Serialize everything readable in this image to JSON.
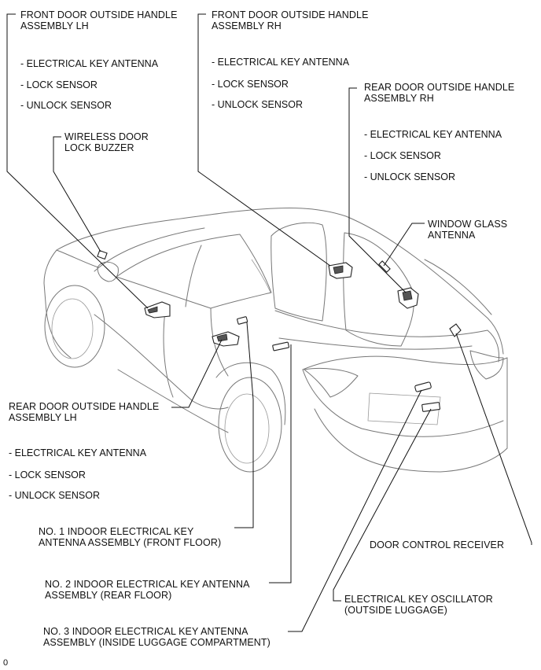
{
  "diagram": {
    "front_lh": {
      "title": [
        "FRONT DOOR OUTSIDE HANDLE",
        "ASSEMBLY LH"
      ],
      "items": [
        "- ELECTRICAL KEY ANTENNA",
        "- LOCK SENSOR",
        "- UNLOCK SENSOR"
      ]
    },
    "front_rh": {
      "title": [
        "FRONT DOOR OUTSIDE HANDLE",
        "ASSEMBLY RH"
      ],
      "items": [
        "- ELECTRICAL KEY ANTENNA",
        "- LOCK SENSOR",
        "- UNLOCK SENSOR"
      ]
    },
    "rear_rh": {
      "title": [
        "REAR DOOR OUTSIDE HANDLE",
        "ASSEMBLY RH"
      ],
      "items": [
        "- ELECTRICAL KEY ANTENNA",
        "- LOCK SENSOR",
        "- UNLOCK SENSOR"
      ]
    },
    "wireless_buzzer": {
      "title": [
        "WIRELESS DOOR",
        "LOCK BUZZER"
      ]
    },
    "window_antenna": {
      "title": [
        "WINDOW GLASS",
        "ANTENNA"
      ]
    },
    "rear_lh": {
      "title": [
        "REAR DOOR OUTSIDE HANDLE",
        "ASSEMBLY LH"
      ],
      "items": [
        "- ELECTRICAL KEY ANTENNA",
        "- LOCK SENSOR",
        "- UNLOCK SENSOR"
      ]
    },
    "indoor_front": {
      "title": [
        "NO. 1 INDOOR ELECTRICAL KEY",
        "ANTENNA ASSEMBLY (FRONT FLOOR)"
      ]
    },
    "door_control": {
      "title": [
        "DOOR CONTROL RECEIVER"
      ]
    },
    "indoor_rear": {
      "title": [
        "NO. 2 INDOOR ELECTRICAL KEY ANTENNA",
        "ASSEMBLY (REAR FLOOR)"
      ]
    },
    "oscillator": {
      "title": [
        "ELECTRICAL KEY OSCILLATOR",
        "(OUTSIDE LUGGAGE)"
      ]
    },
    "indoor_luggage": {
      "title": [
        "NO. 3 INDOOR ELECTRICAL KEY ANTENNA",
        "ASSEMBLY (INSIDE LUGGAGE COMPARTMENT)"
      ]
    },
    "figure_code": "0"
  }
}
